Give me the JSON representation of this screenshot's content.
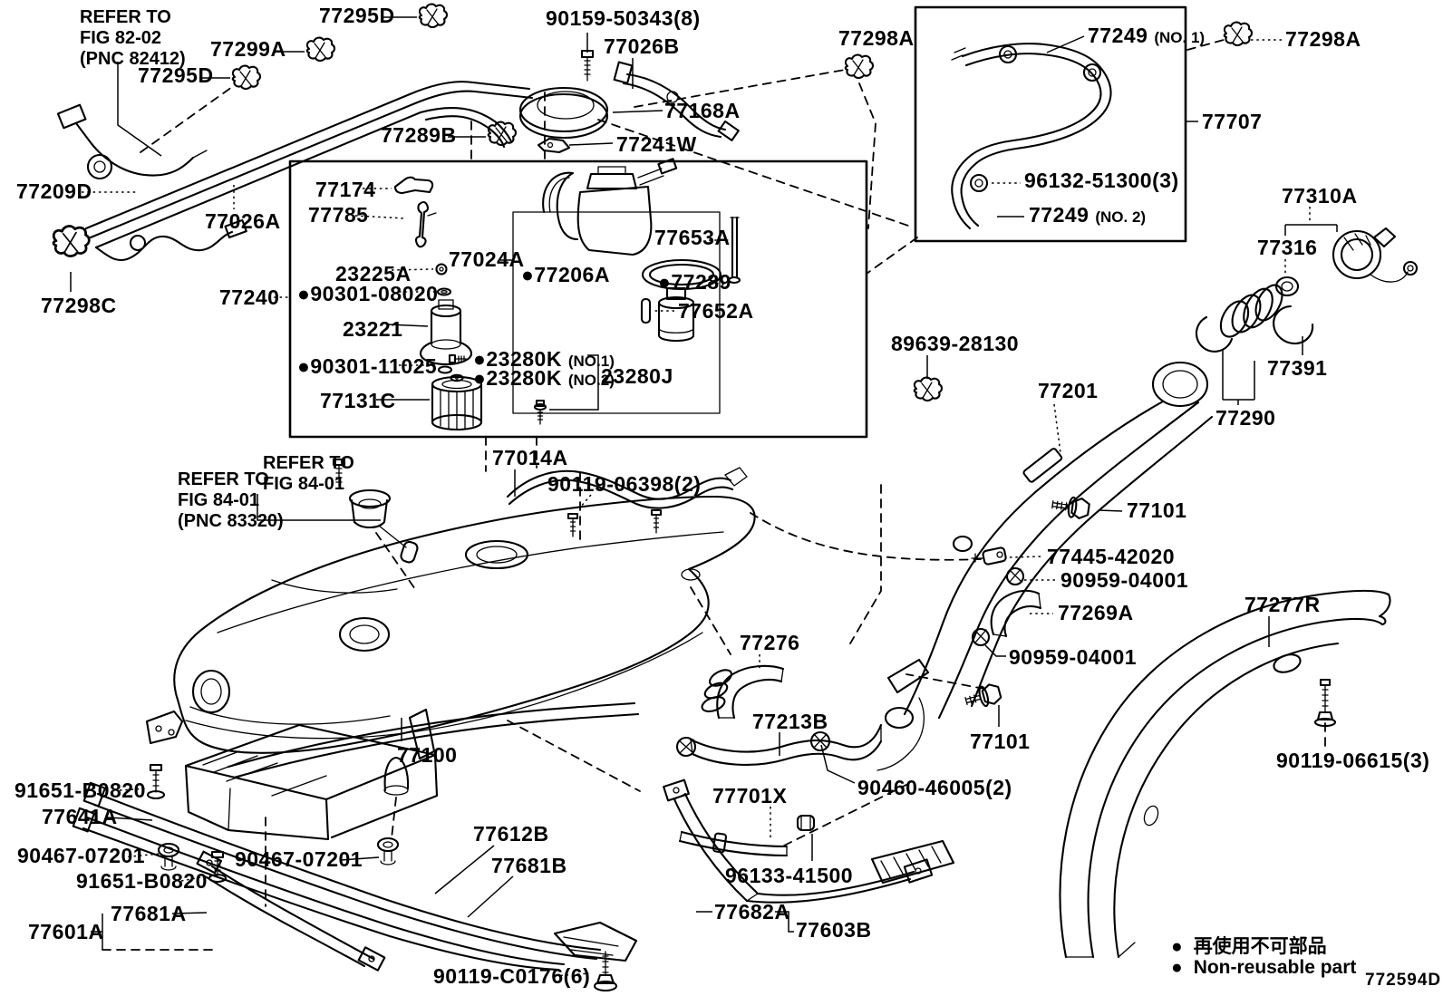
{
  "diagram": {
    "code": "772594D",
    "legend": {
      "bullet": "●",
      "jp": "再使用不可部品",
      "en": "Non-reusable part"
    },
    "notes": [
      {
        "lines": [
          "REFER TO",
          "FIG 82-02",
          "(PNC 82412)"
        ]
      },
      {
        "lines": [
          "REFER TO",
          "FIG 84-01",
          "(PNC 83320)"
        ]
      },
      {
        "lines": [
          "REFER TO",
          "FIG 84-01"
        ]
      }
    ],
    "labels": [
      {
        "t": "77295D"
      },
      {
        "t": "77299A"
      },
      {
        "t": "77295D"
      },
      {
        "t": "90159-50343(8)"
      },
      {
        "t": "77026B"
      },
      {
        "t": "77298A"
      },
      {
        "t": "77168A"
      },
      {
        "t": "77289B"
      },
      {
        "t": "77241W"
      },
      {
        "t": "77209D"
      },
      {
        "t": "77026A"
      },
      {
        "t": "77298C"
      },
      {
        "t": "77240"
      },
      {
        "t": "77249",
        "s": "(NO. 1)"
      },
      {
        "t": "77298A"
      },
      {
        "t": "77707"
      },
      {
        "t": "96132-51300(3)"
      },
      {
        "t": "77249",
        "s": "(NO. 2)"
      },
      {
        "t": "77310A"
      },
      {
        "t": "77316"
      },
      {
        "t": "77391"
      },
      {
        "t": "77290"
      },
      {
        "t": "77174"
      },
      {
        "t": "77785"
      },
      {
        "t": "23225A"
      },
      {
        "t": "●90301-08020"
      },
      {
        "t": "23221"
      },
      {
        "t": "●90301-11025"
      },
      {
        "t": "77131C"
      },
      {
        "t": "77024A"
      },
      {
        "t": "●77206A"
      },
      {
        "t": "77653A"
      },
      {
        "t": "●77289"
      },
      {
        "t": "77652A"
      },
      {
        "t": "●23280K",
        "s": "(NO.1)"
      },
      {
        "t": "●23280K",
        "s": "(NO.2)"
      },
      {
        "t": "23280J"
      },
      {
        "t": "77014A"
      },
      {
        "t": "90119-06398(2)"
      },
      {
        "t": "89639-28130"
      },
      {
        "t": "77201"
      },
      {
        "t": "77101"
      },
      {
        "t": "77445-42020"
      },
      {
        "t": "90959-04001"
      },
      {
        "t": "77269A"
      },
      {
        "t": "77277R"
      },
      {
        "t": "90959-04001"
      },
      {
        "t": "77276"
      },
      {
        "t": "77213B"
      },
      {
        "t": "77101"
      },
      {
        "t": "77701X"
      },
      {
        "t": "90460-46005(2)"
      },
      {
        "t": "96133-41500"
      },
      {
        "t": "77682A"
      },
      {
        "t": "77603B"
      },
      {
        "t": "77100"
      },
      {
        "t": "91651-B0820"
      },
      {
        "t": "77641A"
      },
      {
        "t": "90467-07201"
      },
      {
        "t": "90467-07201"
      },
      {
        "t": "91651-B0820"
      },
      {
        "t": "77681A"
      },
      {
        "t": "77601A"
      },
      {
        "t": "77612B"
      },
      {
        "t": "77681B"
      },
      {
        "t": "90119-C0176(6)"
      },
      {
        "t": "90119-06615(3)"
      }
    ]
  }
}
